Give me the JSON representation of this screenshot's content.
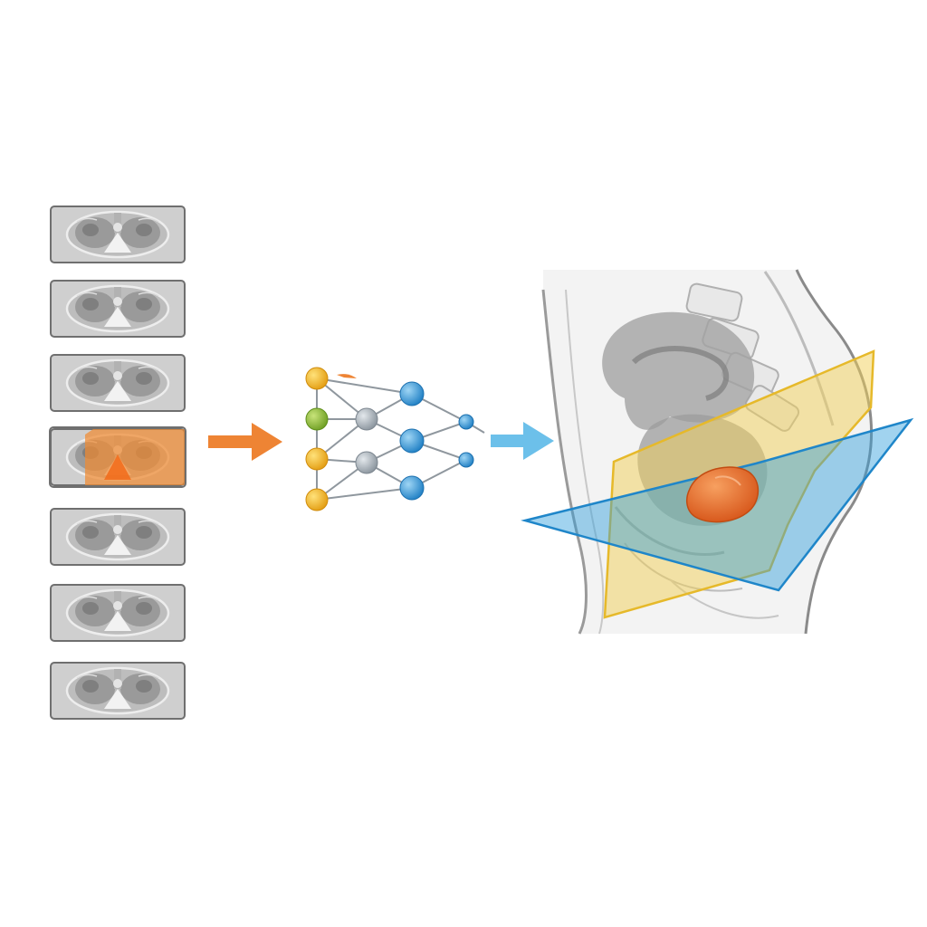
{
  "colors": {
    "slice_frame": "#6f6f6f",
    "slice_fill": "#c9c9c9",
    "highlight": "#f08a32",
    "arrow_orange": "#ee8434",
    "arrow_blue": "#6cc0ea",
    "node_yellow": "#f3b52a",
    "node_green": "#8fbf3f",
    "node_gray": "#9ea7b0",
    "node_blue": "#3b9bd8",
    "edge": "#8f979e",
    "plane_yellow": "#f2cf57",
    "plane_blue": "#2f9ddb",
    "tumor": "#e4662a"
  },
  "slices": {
    "count": 7,
    "highlighted_index": 3
  },
  "network": {
    "layers": [
      [
        "yellow",
        "green",
        "yellow",
        "yellow"
      ],
      [
        "gray",
        "gray"
      ],
      [
        "blue",
        "blue",
        "blue"
      ],
      [
        "blue",
        "blue"
      ]
    ]
  },
  "anatomy": {
    "view": "sagittal",
    "planes": [
      "yellow",
      "blue"
    ],
    "lesion": "orange"
  }
}
